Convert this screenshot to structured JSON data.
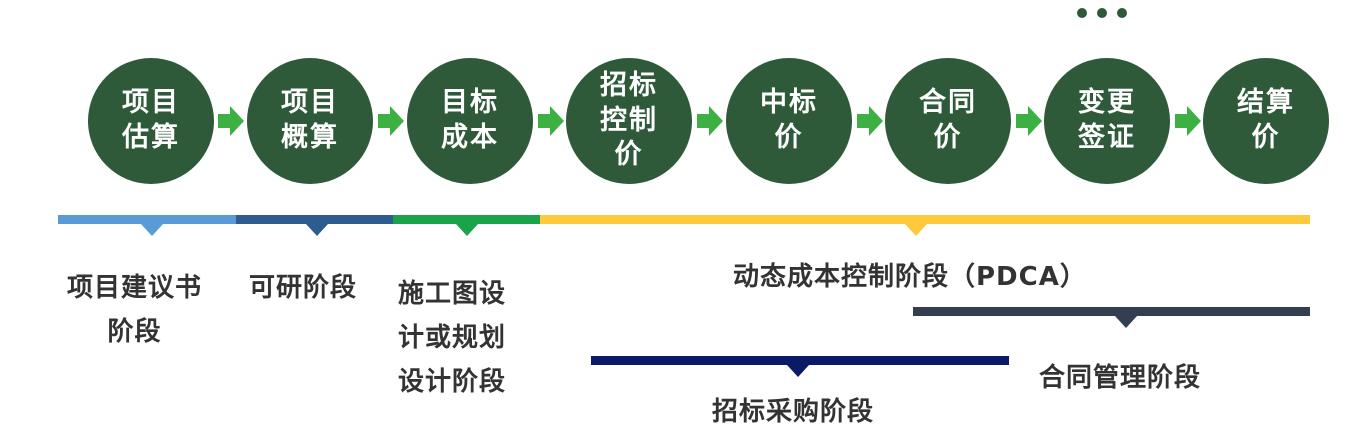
{
  "steps": [
    {
      "label": "项目\n估算"
    },
    {
      "label": "项目\n概算"
    },
    {
      "label": "目标\n成本"
    },
    {
      "label": "招标\n控制\n价"
    },
    {
      "label": "中标\n价"
    },
    {
      "label": "合同\n价"
    },
    {
      "label": "变更\n签证"
    },
    {
      "label": "结算\n价"
    }
  ],
  "ellipsis_icon": "ellipsis-icon",
  "colors": {
    "circle": "#2e5a3a",
    "arrow": "#3cb043",
    "phase_light_blue": "#5b9bd5",
    "phase_dark_blue": "#2f5c8f",
    "phase_green": "#1aa34a",
    "phase_yellow": "#ffc93c",
    "phase_navy": "#0b1a66",
    "phase_slate": "#333f50"
  },
  "phases": {
    "proposal": "项目建议书\n阶段",
    "feasibility": "可研阶段",
    "design": "施工图设\n计或规划\n设计阶段",
    "dynamic_cost": "动态成本控制阶段（PDCA）",
    "contract": "合同管理阶段",
    "procurement": "招标采购阶段"
  }
}
